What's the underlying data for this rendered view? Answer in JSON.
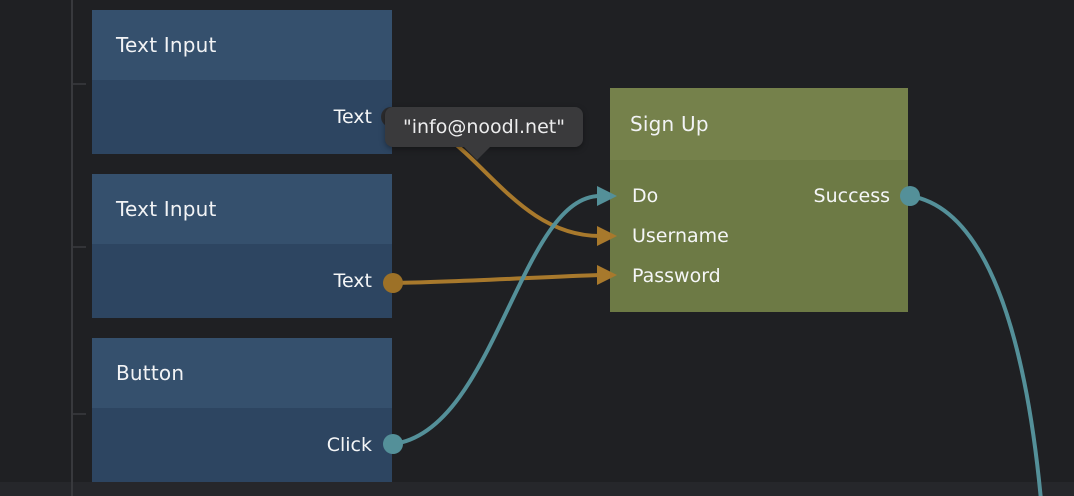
{
  "canvas": {
    "background": "#1f2023",
    "colors": {
      "signal_teal": "#549099",
      "string_orange": "#a8792c",
      "node_blue_header": "#35506d",
      "node_blue_body": "#2d4561",
      "node_green_header": "#75814b",
      "node_green_body": "#6d7a45",
      "tooltip_bg": "#3a3a3c"
    }
  },
  "tooltip": {
    "text": "\"info@noodl.net\""
  },
  "nodes": [
    {
      "id": "text-input-1",
      "title": "Text Input",
      "outputs": [
        {
          "label": "Text"
        }
      ]
    },
    {
      "id": "text-input-2",
      "title": "Text Input",
      "outputs": [
        {
          "label": "Text"
        }
      ]
    },
    {
      "id": "button-1",
      "title": "Button",
      "outputs": [
        {
          "label": "Click"
        }
      ]
    },
    {
      "id": "sign-up",
      "title": "Sign Up",
      "inputs": [
        {
          "label": "Do"
        },
        {
          "label": "Username"
        },
        {
          "label": "Password"
        }
      ],
      "outputs": [
        {
          "label": "Success"
        }
      ]
    }
  ],
  "connections": [
    {
      "from": "text-input-1.Text",
      "to": "sign-up.Username",
      "type": "string"
    },
    {
      "from": "text-input-2.Text",
      "to": "sign-up.Password",
      "type": "string"
    },
    {
      "from": "button-1.Click",
      "to": "sign-up.Do",
      "type": "signal"
    },
    {
      "from": "sign-up.Success",
      "to": "offscreen-bottom",
      "type": "signal"
    }
  ]
}
